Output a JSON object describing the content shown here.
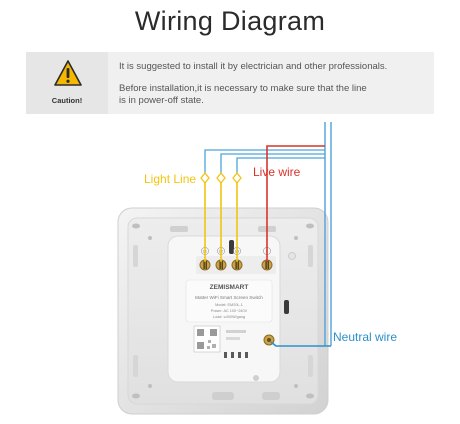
{
  "title": "Wiring Diagram",
  "caution": {
    "label": "Caution!",
    "line1": "It is suggested to install it by electrician and other professionals.",
    "line2": "Before installation,it is necessary to make sure that the line",
    "line3": "is in power-off state."
  },
  "labels": {
    "light_line": "Light Line",
    "live_wire": "Live wire",
    "neutral_wire": "Neutral wire"
  },
  "device": {
    "brand": "ZEMISMART",
    "product": "Matter WiFi Smart Screen Switch",
    "model": "Model: EM20L-1",
    "power": "Power: AC 100~240V",
    "load": "Load: ≤400W/gang",
    "terminals": [
      "L1",
      "L2",
      "L3",
      "L"
    ]
  },
  "colors": {
    "light": "#f2c40f",
    "live": "#d9342b",
    "neutral": "#2b91c8"
  }
}
